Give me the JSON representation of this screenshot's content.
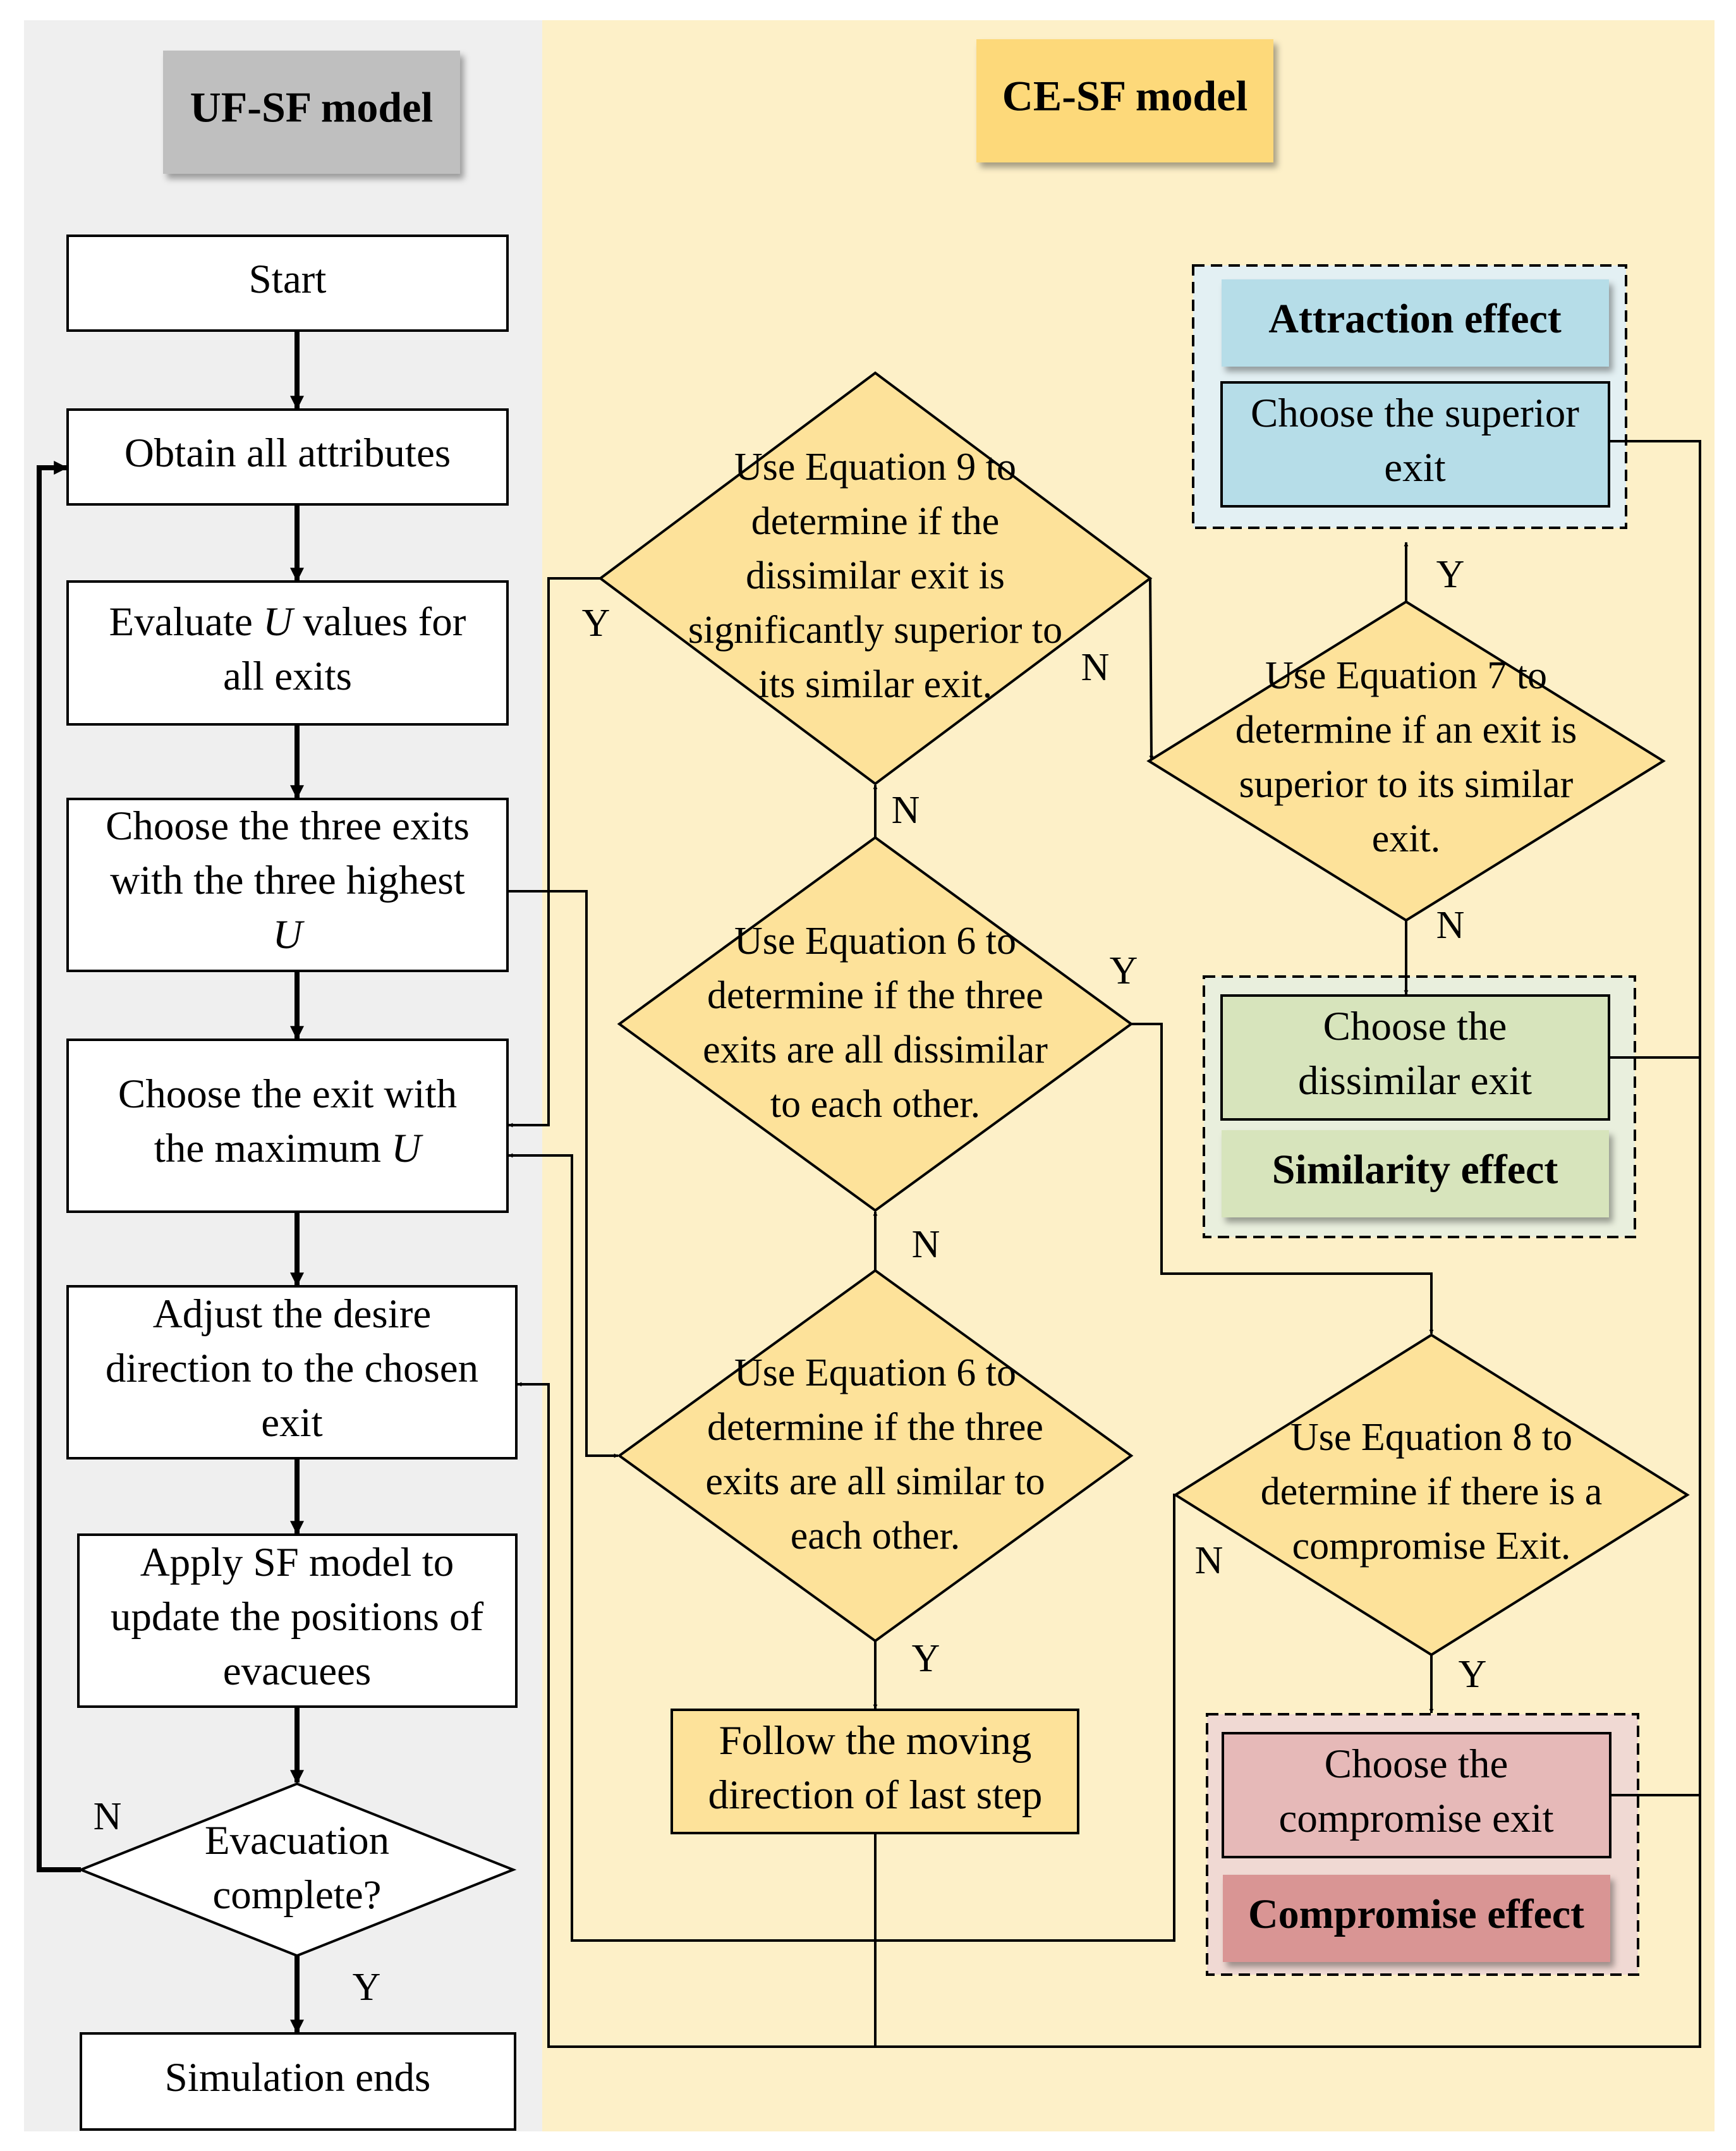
{
  "colors": {
    "left_panel": "#efefef",
    "right_panel": "#fdf0c8",
    "diamond_fill": "#fde29a",
    "uf_title_fill": "#bfbfbf",
    "ce_title_fill": "#fdd97a",
    "attraction_fill": "#b6dde8",
    "attraction_zone": "#e3f0f3",
    "similarity_fill": "#d7e4bc",
    "similarity_zone": "#e9efdd",
    "compromise_fill": "#e6b9b8",
    "compromise_title_fill": "#d99594",
    "compromise_zone": "#f0d9d3",
    "follow_fill": "#fde29a"
  },
  "panels": {
    "uf_title": "UF-SF model",
    "ce_title": "CE-SF model"
  },
  "uf_steps": {
    "start": "Start",
    "obtain": "Obtain all attributes",
    "evaluate": [
      "Evaluate",
      "U",
      " values for",
      "all exits"
    ],
    "choose_three": [
      "Choose the three exits",
      "with the three highest",
      "U"
    ],
    "choose_max": [
      "Choose the exit with",
      "the maximum ",
      "U"
    ],
    "adjust": [
      "Adjust the desire",
      "direction to the chosen",
      "exit"
    ],
    "apply": [
      "Apply SF model to",
      "update the positions of",
      "evacuees"
    ],
    "complete": [
      "Evacuation",
      "complete?"
    ],
    "end": "Simulation ends"
  },
  "ce_decisions": {
    "eq9": [
      "Use Equation 9 to",
      "determine if the",
      "dissimilar exit is",
      "significantly superior to",
      "its similar exit."
    ],
    "eq6_dissimilar": [
      "Use Equation 6 to",
      "determine if the three",
      "exits are all dissimilar",
      "to each other."
    ],
    "eq6_similar": [
      "Use Equation 6 to",
      "determine if the three",
      "exits are all similar to",
      "each other."
    ],
    "eq7": [
      "Use Equation 7 to",
      "determine if an exit is",
      "superior to its similar",
      "exit."
    ],
    "eq8": [
      "Use Equation 8 to",
      "determine if there is a",
      "compromise Exit."
    ]
  },
  "ce_outcomes": {
    "follow": [
      "Follow the moving",
      "direction of last step"
    ],
    "attraction_title": "Attraction effect",
    "attraction_box": [
      "Choose the superior",
      "exit"
    ],
    "similarity_box": [
      "Choose the",
      "dissimilar exit"
    ],
    "similarity_title": "Similarity effect",
    "compromise_box": [
      "Choose the",
      "compromise exit"
    ],
    "compromise_title": "Compromise effect"
  },
  "branch_labels": {
    "yes": "Y",
    "no": "N"
  }
}
